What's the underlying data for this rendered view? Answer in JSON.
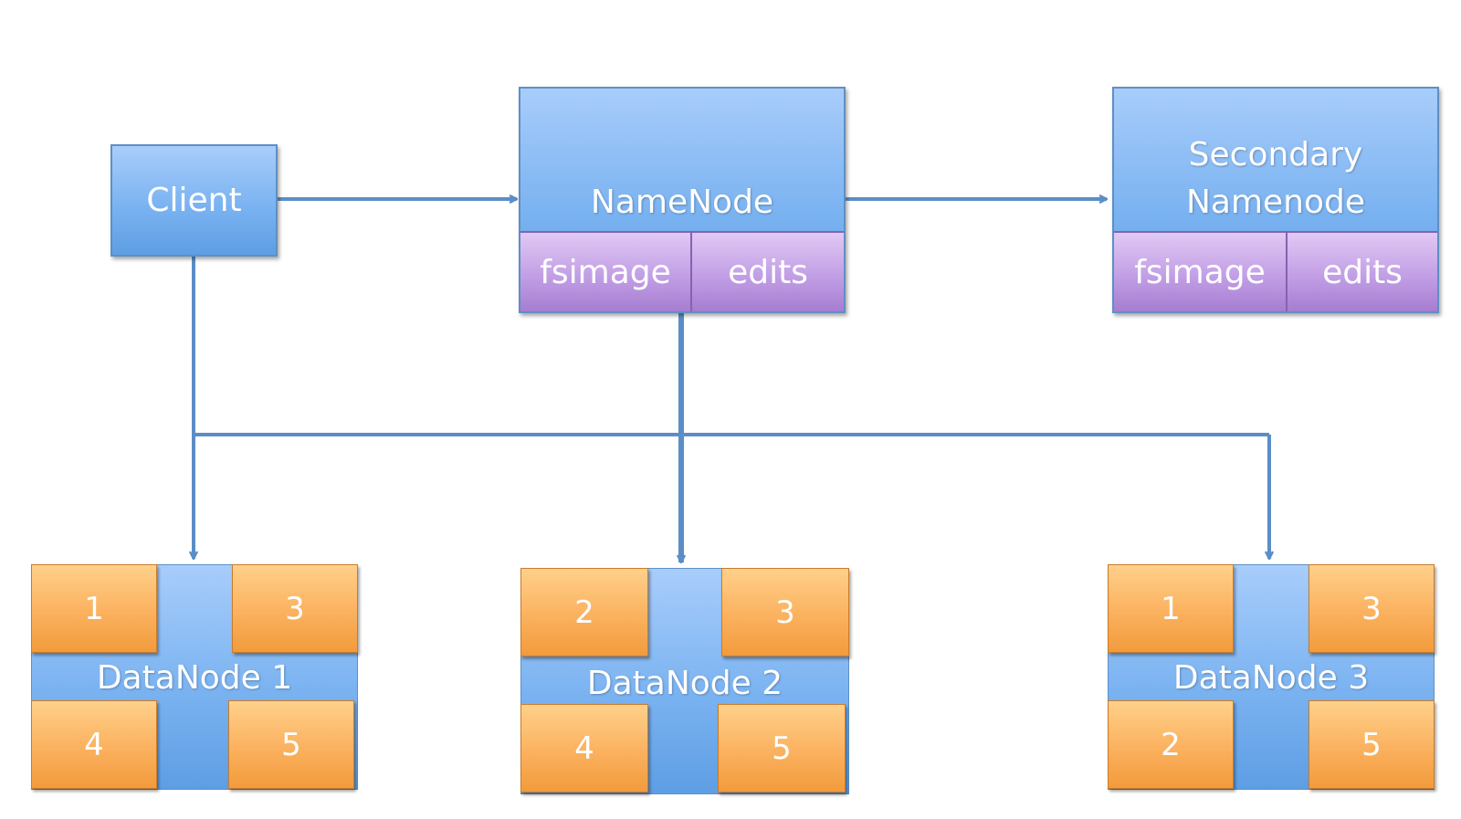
{
  "client": {
    "label": "Client"
  },
  "namenode": {
    "label": "NameNode",
    "fsimage": "fsimage",
    "edits": "edits"
  },
  "secondary": {
    "line1": "Secondary",
    "line2": "Namenode",
    "fsimage": "fsimage",
    "edits": "edits"
  },
  "datanodes": [
    {
      "label": "DataNode 1",
      "blocks": [
        "1",
        "3",
        "4",
        "5"
      ]
    },
    {
      "label": "DataNode 2",
      "blocks": [
        "2",
        "3",
        "4",
        "5"
      ]
    },
    {
      "label": "DataNode 3",
      "blocks": [
        "1",
        "3",
        "2",
        "5"
      ]
    }
  ],
  "colors": {
    "arrow": "#5b8ec6",
    "node_blue": "#7bb3f1",
    "storage_purple": "#bf9be4",
    "block_orange": "#fbb15e"
  }
}
